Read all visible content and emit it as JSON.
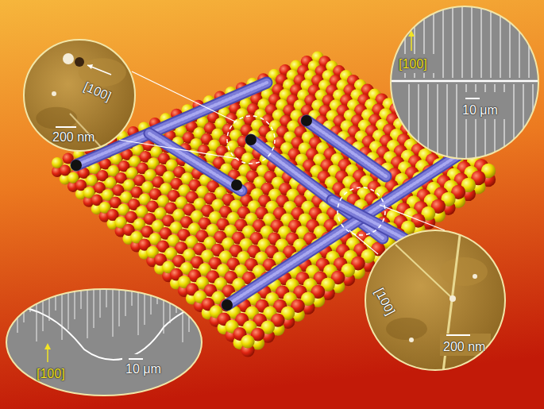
{
  "diagram": {
    "nodes": [
      {
        "text": [
          "[100]",
          "200 nm"
        ]
      },
      {
        "text": [
          "[100]",
          "10 μm"
        ]
      },
      {
        "text": [
          "[100]",
          "200 nm"
        ]
      },
      {
        "text": [
          "[100]",
          "10 μm"
        ]
      }
    ]
  }
}
